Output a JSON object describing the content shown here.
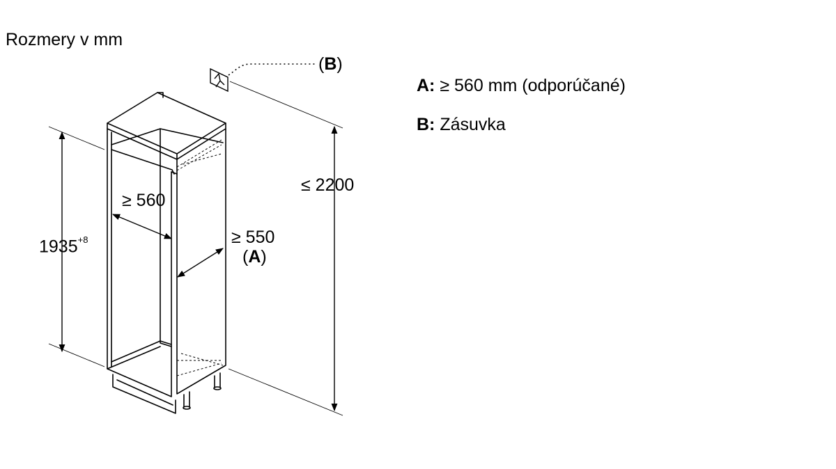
{
  "title": "Rozmery v mm",
  "labels": {
    "depth_niche": "≥ 560",
    "depth_side": "≥ 550",
    "depth_side_ref": "A",
    "height_niche": "1935",
    "height_niche_tol": "+8",
    "height_total": "≤ 2200",
    "socket_ref": "B"
  },
  "legend": [
    {
      "key": "A:",
      "text": "≥ 560 mm (odporúčané)"
    },
    {
      "key": "B:",
      "text": "Zásuvka"
    }
  ],
  "icons": [
    "socket-icon"
  ]
}
